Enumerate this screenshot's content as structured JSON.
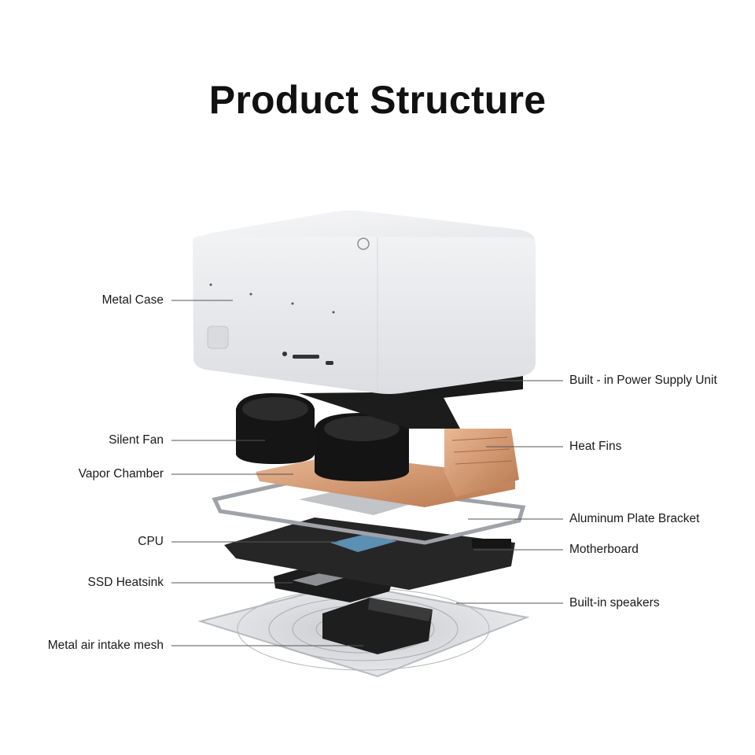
{
  "title": "Product Structure",
  "left_labels": [
    {
      "key": "metal-case",
      "text": "Metal Case"
    },
    {
      "key": "silent-fan",
      "text": "Silent Fan"
    },
    {
      "key": "vapor-chamber",
      "text": "Vapor Chamber"
    },
    {
      "key": "cpu",
      "text": "CPU"
    },
    {
      "key": "ssd-heatsink",
      "text": "SSD Heatsink"
    },
    {
      "key": "metal-air-intake-mesh",
      "text": "Metal air intake mesh"
    }
  ],
  "right_labels": [
    {
      "key": "built-in-power-supply-unit",
      "text": "Built - in Power Supply Unit"
    },
    {
      "key": "heat-fins",
      "text": "Heat Fins"
    },
    {
      "key": "aluminum-plate-bracket",
      "text": "Aluminum Plate Bracket"
    },
    {
      "key": "motherboard",
      "text": "Motherboard"
    },
    {
      "key": "built-in-speakers",
      "text": "Built-in speakers"
    }
  ],
  "colors": {
    "case": "#e9eaec",
    "fan": "#141414",
    "copper": "#d9a07a",
    "board": "#2a2a2a",
    "leader_line": "#555555"
  }
}
